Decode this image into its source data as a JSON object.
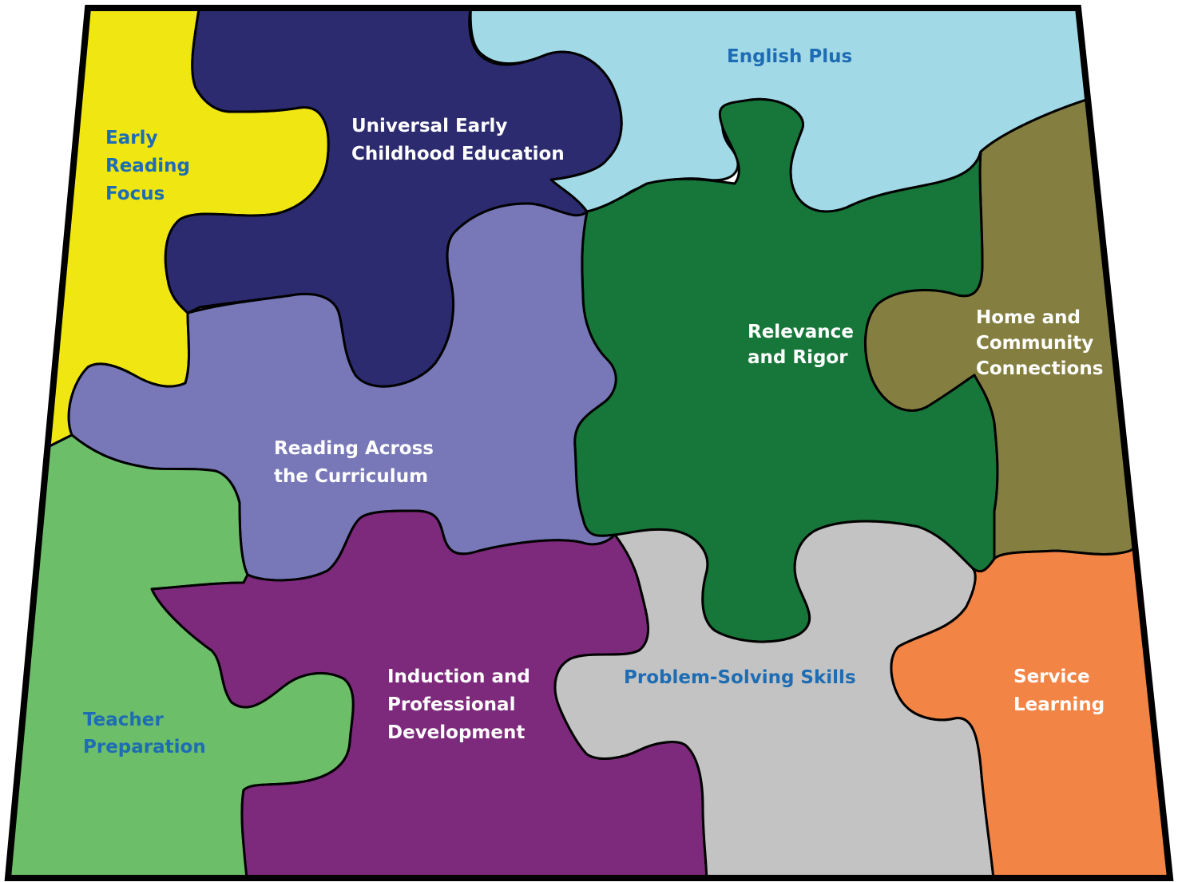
{
  "pieces": {
    "early_reading": {
      "lines": [
        "Early",
        "Reading",
        "Focus"
      ],
      "color": "#f0e612",
      "text_color": "#1e6db4"
    },
    "universal_early": {
      "lines": [
        "Universal Early",
        "Childhood Education"
      ],
      "color": "#2c2b70",
      "text_color": "#ffffff"
    },
    "english_plus": {
      "lines": [
        "English Plus"
      ],
      "color": "#a2d9e6",
      "text_color": "#1e6db4"
    },
    "home_community": {
      "lines": [
        "Home and",
        "Community",
        "Connections"
      ],
      "color": "#847f40",
      "text_color": "#ffffff"
    },
    "relevance_rigor": {
      "lines": [
        "Relevance",
        "and Rigor"
      ],
      "color": "#17773a",
      "text_color": "#ffffff"
    },
    "reading_across": {
      "lines": [
        "Reading Across",
        "the Curriculum"
      ],
      "color": "#7878b8",
      "text_color": "#ffffff"
    },
    "teacher_prep": {
      "lines": [
        "Teacher",
        "Preparation"
      ],
      "color": "#6dbe68",
      "text_color": "#1e6db4"
    },
    "induction": {
      "lines": [
        "Induction and",
        "Professional",
        "Development"
      ],
      "color": "#7e2a7c",
      "text_color": "#ffffff"
    },
    "problem_solving": {
      "lines": [
        "Problem-Solving Skills"
      ],
      "color": "#c3c3c3",
      "text_color": "#1e6db4"
    },
    "service_learning": {
      "lines": [
        "Service",
        "Learning"
      ],
      "color": "#f28446",
      "text_color": "#ffffff"
    }
  }
}
